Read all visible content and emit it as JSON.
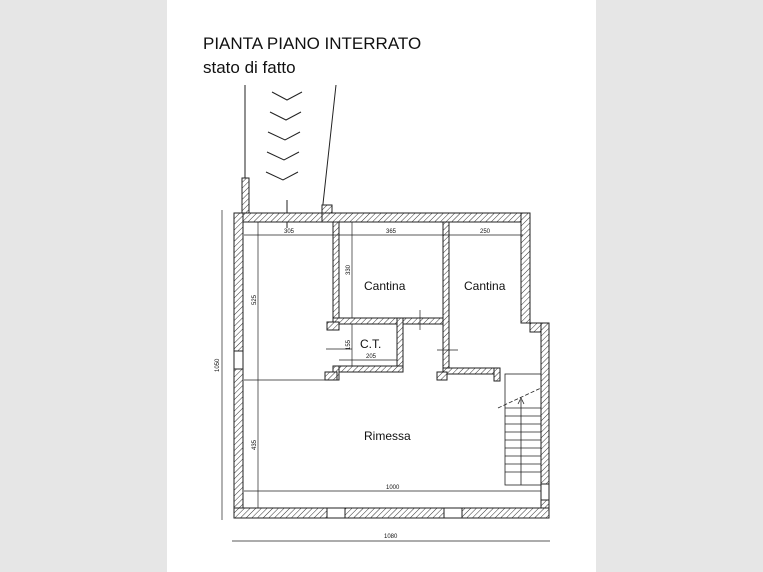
{
  "title": "PIANTA PIANO INTERRATO",
  "subtitle": "stato di fatto",
  "rooms": {
    "cantina1": "Cantina",
    "cantina2": "Cantina",
    "ct": "C.T.",
    "rimessa": "Rimessa"
  },
  "dimensions": {
    "d305": "305",
    "d365": "365",
    "d250": "250",
    "d330": "330",
    "d525": "525",
    "d155": "155",
    "d205": "205",
    "d435": "435",
    "d1000": "1000",
    "d1080": "1080",
    "d1050": "1050"
  }
}
